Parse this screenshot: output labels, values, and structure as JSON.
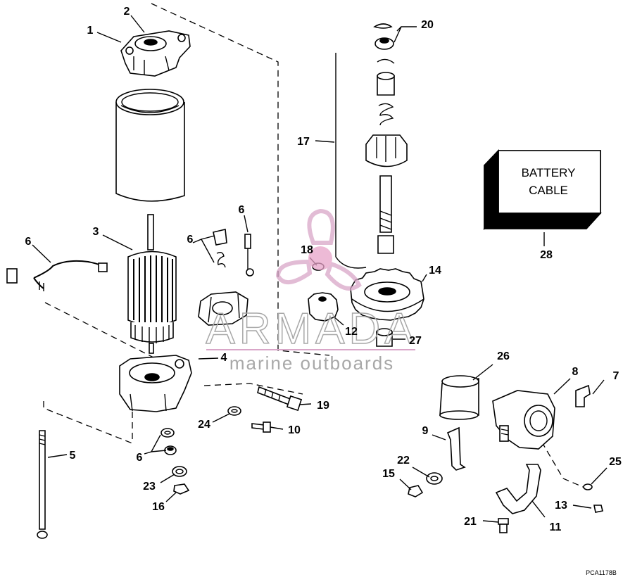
{
  "labels": {
    "l1": "1",
    "l2": "2",
    "l3": "3",
    "l4": "4",
    "l5": "5",
    "l6a": "6",
    "l6b": "6",
    "l6c": "6",
    "l6d": "6",
    "l7": "7",
    "l8": "8",
    "l9": "9",
    "l10": "10",
    "l11": "11",
    "l12": "12",
    "l13": "13",
    "l14": "14",
    "l15": "15",
    "l16": "16",
    "l17": "17",
    "l18": "18",
    "l19": "19",
    "l20": "20",
    "l21": "21",
    "l22": "22",
    "l23": "23",
    "l24": "24",
    "l25": "25",
    "l26": "26",
    "l27": "27",
    "l28": "28"
  },
  "battery_box": {
    "line1": "BATTERY",
    "line2": "CABLE"
  },
  "watermark": {
    "brand": "ARMADA",
    "tagline": "marine outboards"
  },
  "figure_code": "PCA1178B",
  "colors": {
    "ink": "#000000",
    "watermark": "#d9a6c8",
    "watermark_text": "#a8a8a8"
  }
}
